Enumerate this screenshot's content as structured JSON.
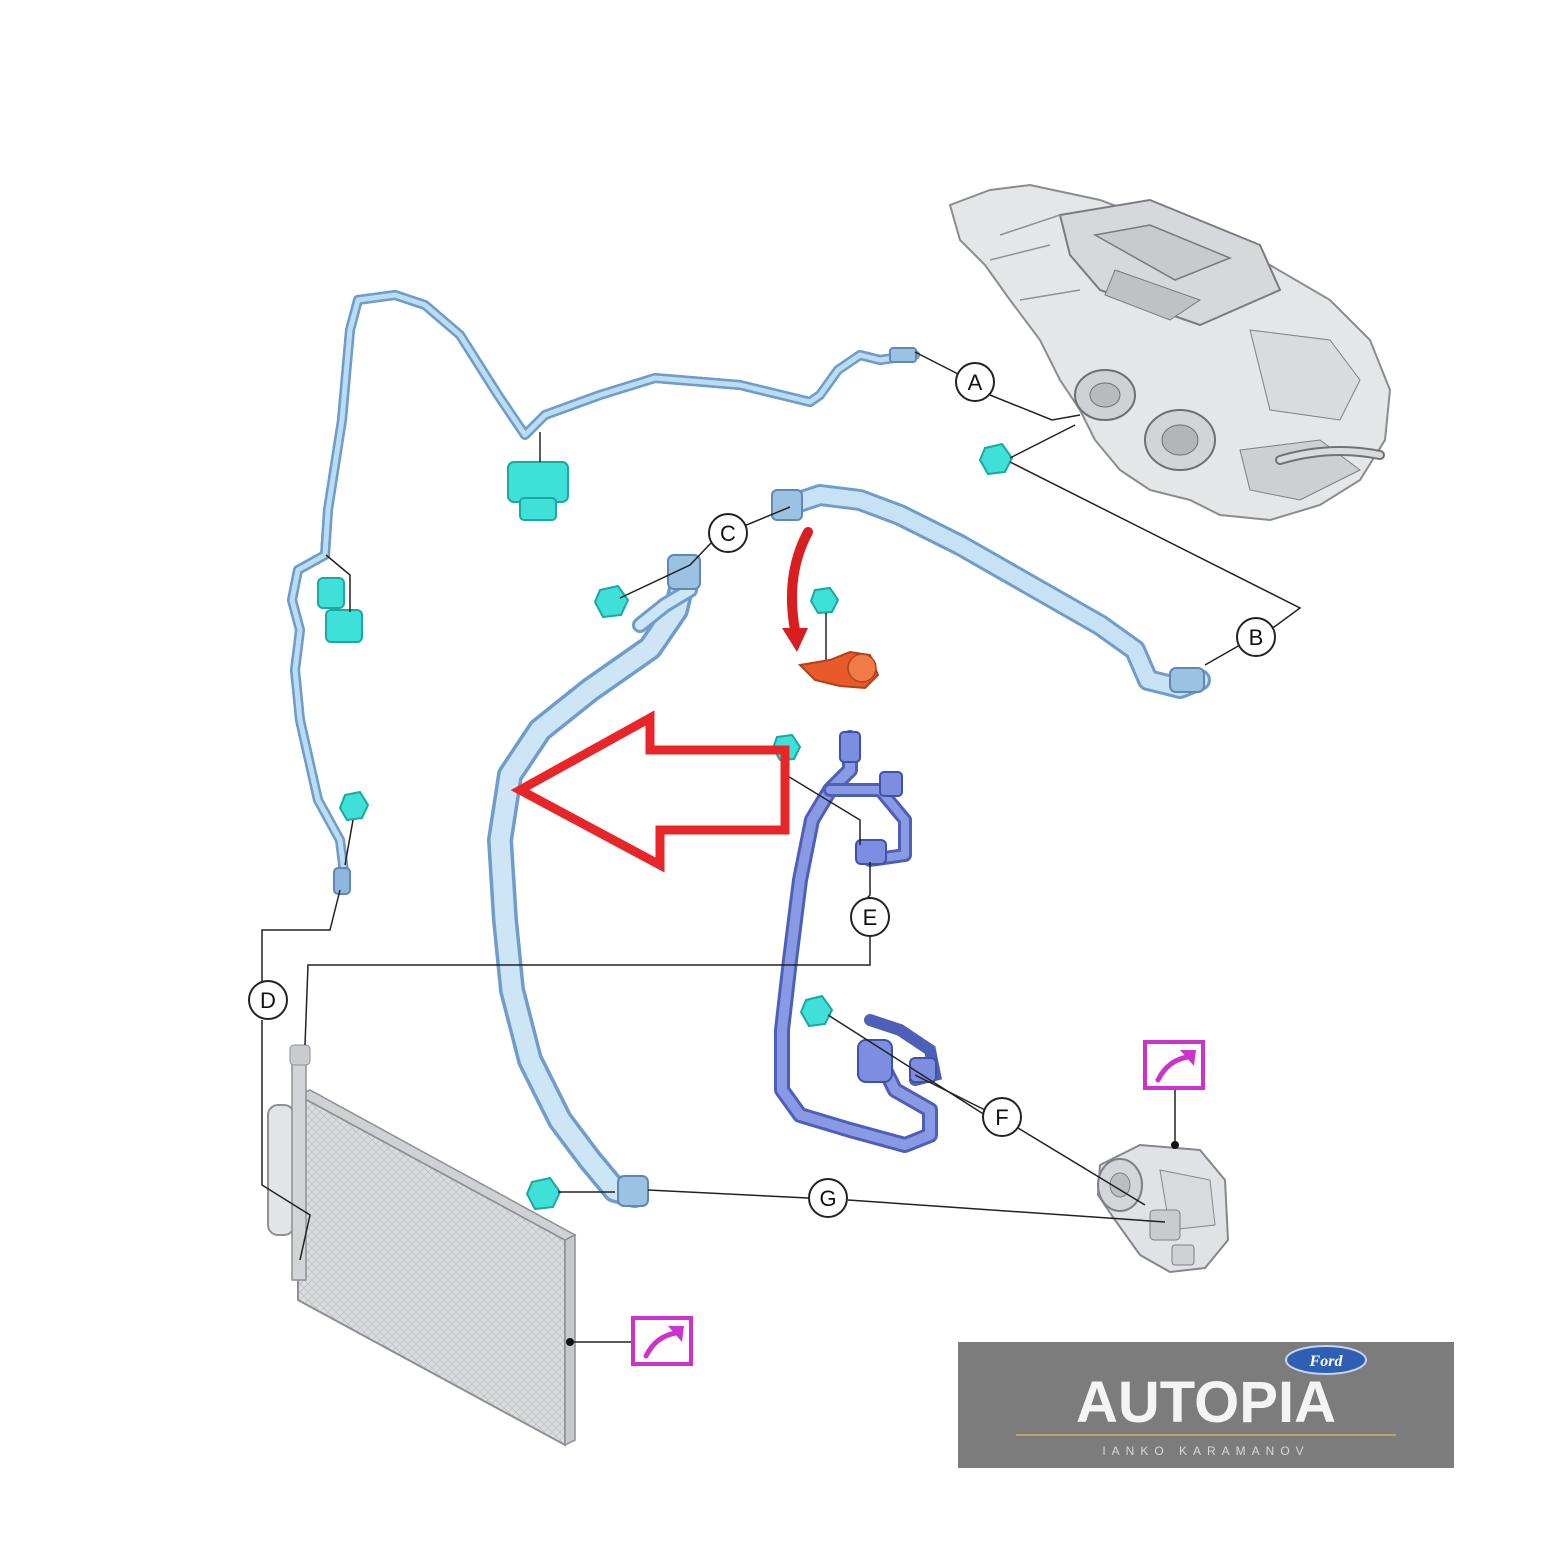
{
  "diagram": {
    "callouts": [
      {
        "id": "A",
        "label": "A"
      },
      {
        "id": "B",
        "label": "B"
      },
      {
        "id": "C",
        "label": "C"
      },
      {
        "id": "D",
        "label": "D"
      },
      {
        "id": "E",
        "label": "E"
      },
      {
        "id": "F",
        "label": "F"
      },
      {
        "id": "G",
        "label": "G"
      }
    ],
    "link_icons": [
      "external-link-icon",
      "external-link-icon"
    ],
    "highlight_arrow": {
      "color": "#e8262a",
      "direction": "left"
    },
    "colors": {
      "pipe": "#a8cde8",
      "pipe_outline": "#6e9ccc",
      "low_pressure_pipe": "#6d7fd8",
      "clip": "#3fe0d8",
      "sensor": "#e85a2a",
      "link_box": "#cc33cc"
    }
  },
  "brand": {
    "name": "AUTOPIA",
    "subtitle": "IANKO KARAMANOV",
    "oval": "Ford"
  }
}
